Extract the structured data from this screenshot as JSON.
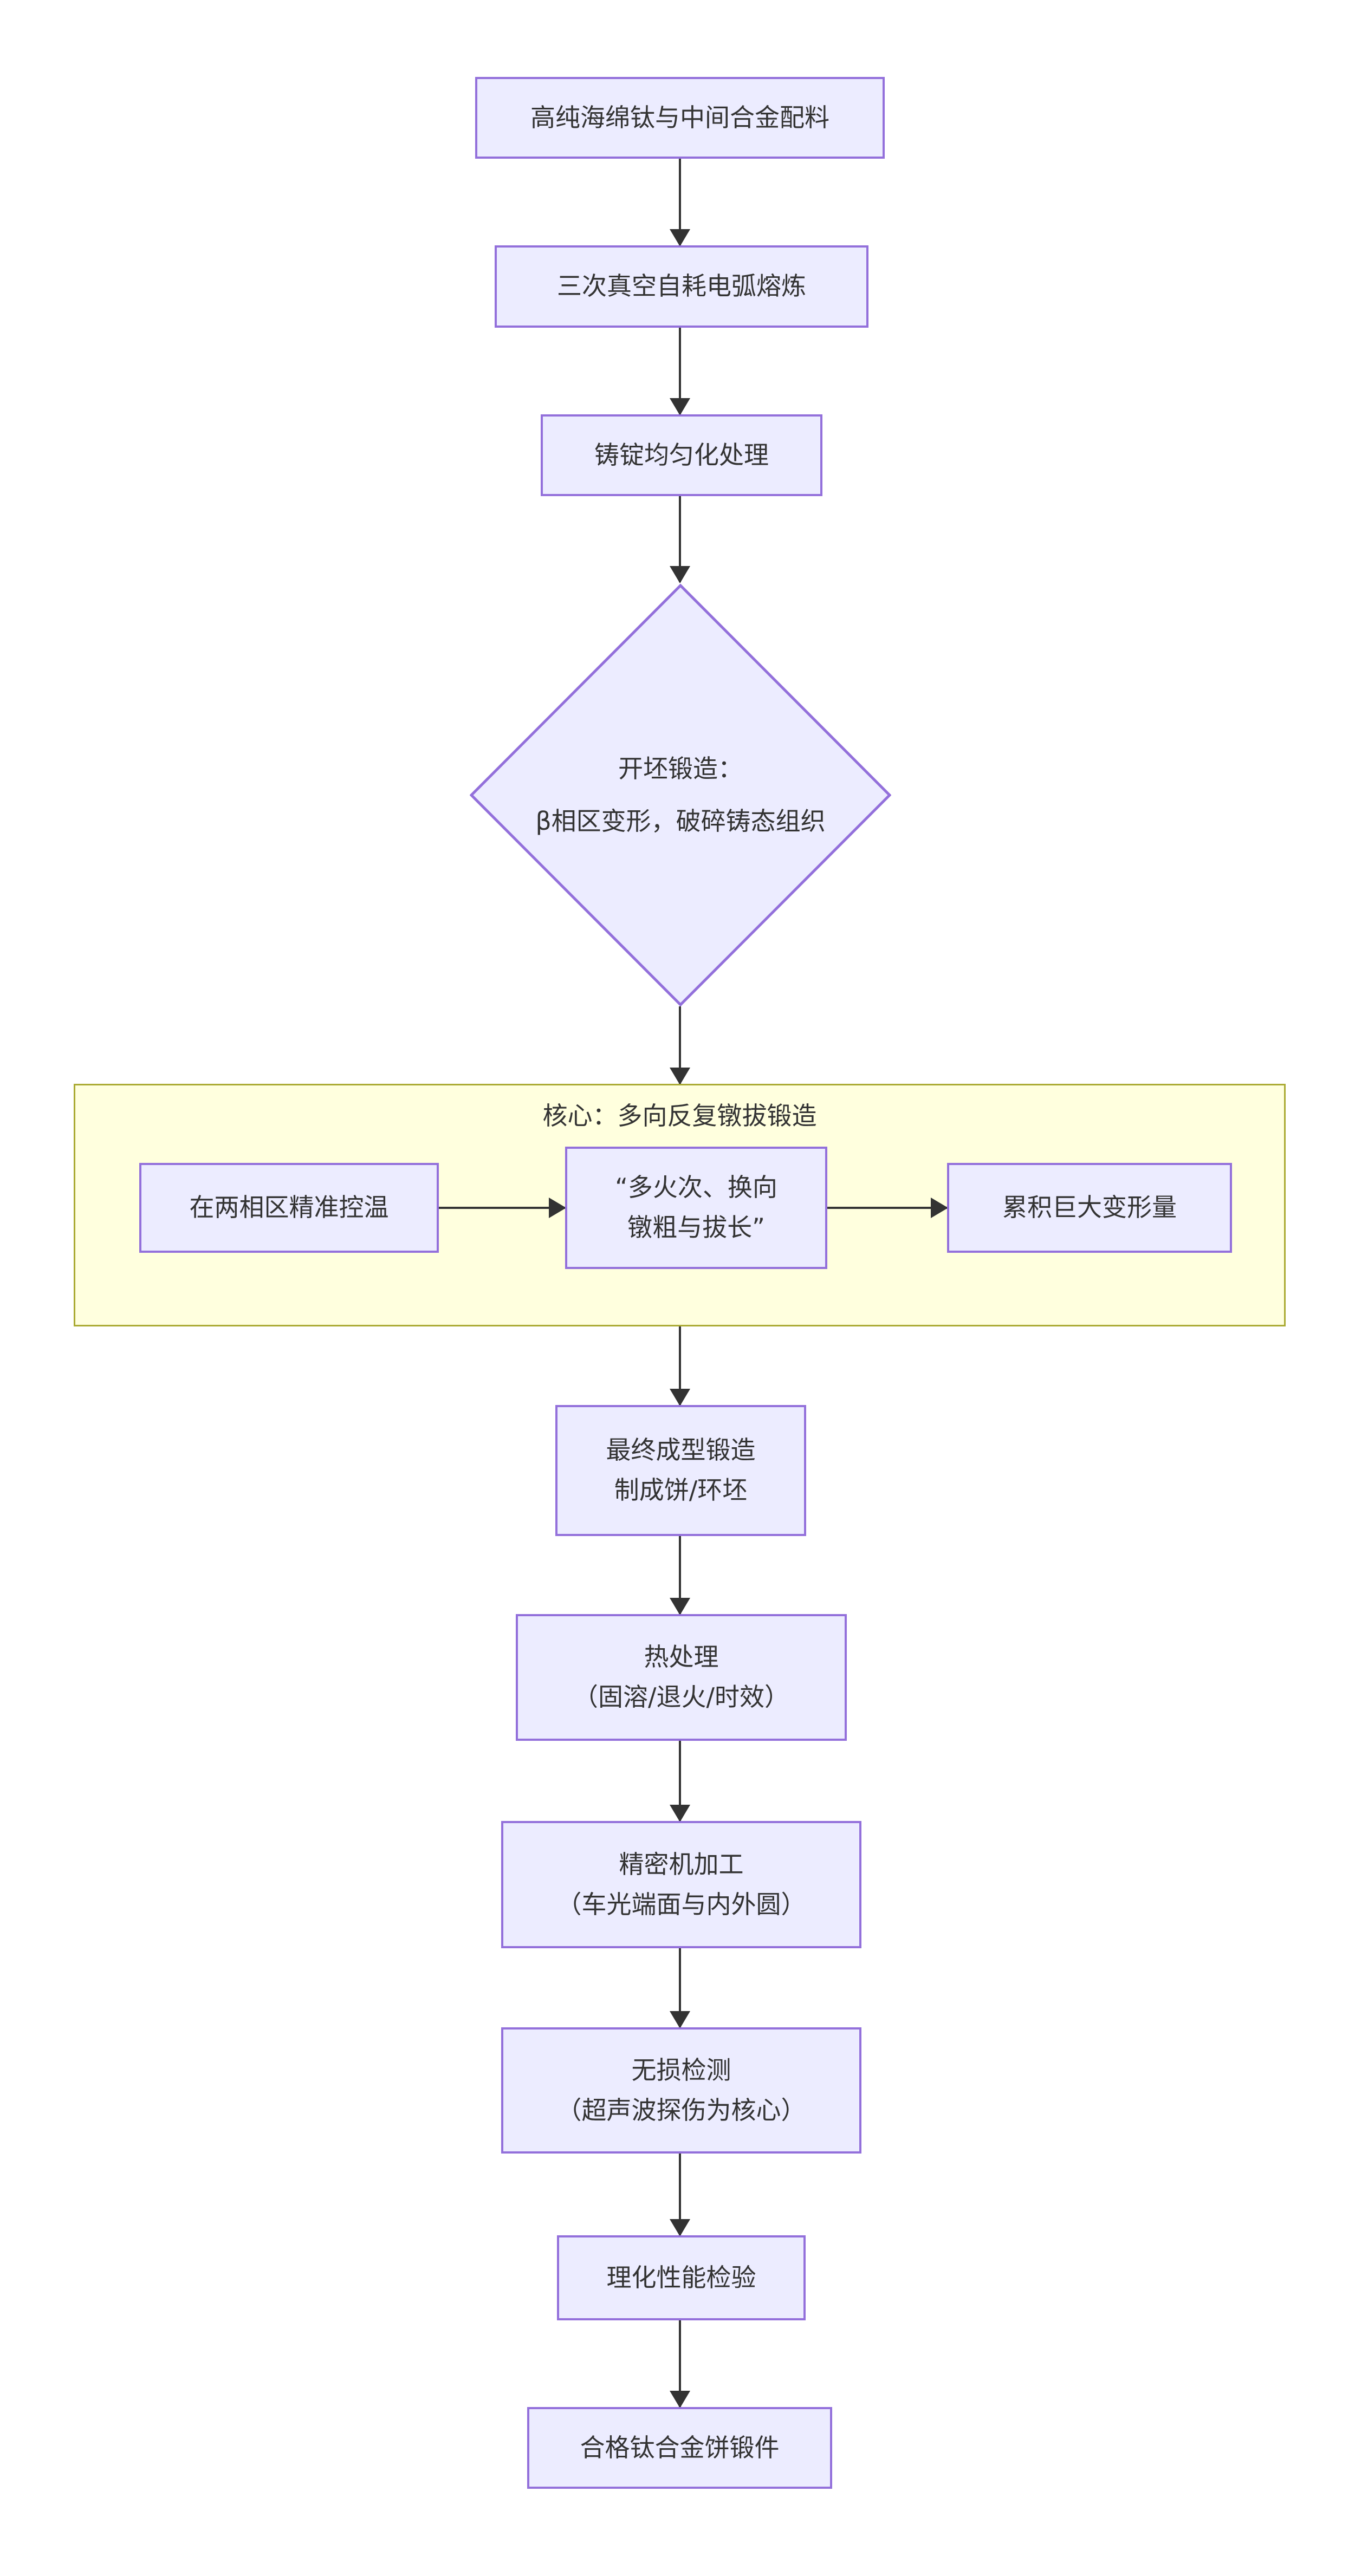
{
  "diagram": {
    "type": "flowchart-top-down",
    "colors": {
      "background": "#ffffff",
      "node_fill": "#ECECFF",
      "node_border": "#9370DB",
      "subgraph_fill": "#FFFFDE",
      "subgraph_border": "#AAAA33",
      "arrow": "#333333",
      "text": "#333333"
    },
    "nodes": {
      "raw_material": {
        "label": "高纯海绵钛与中间合金配料"
      },
      "melting": {
        "label": "三次真空自耗电弧熔炼"
      },
      "homogenization": {
        "label": "铸锭均匀化处理"
      },
      "cogging": {
        "line1": "开坯锻造：",
        "line2": "β相区变形，破碎铸态组织"
      },
      "temp_control": {
        "label": "在两相区精准控温"
      },
      "upset_draw": {
        "line1": "“多火次、换向",
        "line2": "镦粗与拔长”"
      },
      "accumulate": {
        "label": "累积巨大变形量"
      },
      "final_forging": {
        "line1": "最终成型锻造",
        "line2": "制成饼/环坯"
      },
      "heat_treatment": {
        "line1": "热处理",
        "line2": "（固溶/退火/时效）"
      },
      "machining": {
        "line1": "精密机加工",
        "line2": "（车光端面与内外圆）"
      },
      "ndt": {
        "line1": "无损检测",
        "line2": "（超声波探伤为核心）"
      },
      "testing": {
        "label": "理化性能检验"
      },
      "final_product": {
        "label": "合格钛合金饼锻件"
      }
    },
    "subgraph": {
      "title": "核心：多向反复镦拔锻造"
    }
  }
}
